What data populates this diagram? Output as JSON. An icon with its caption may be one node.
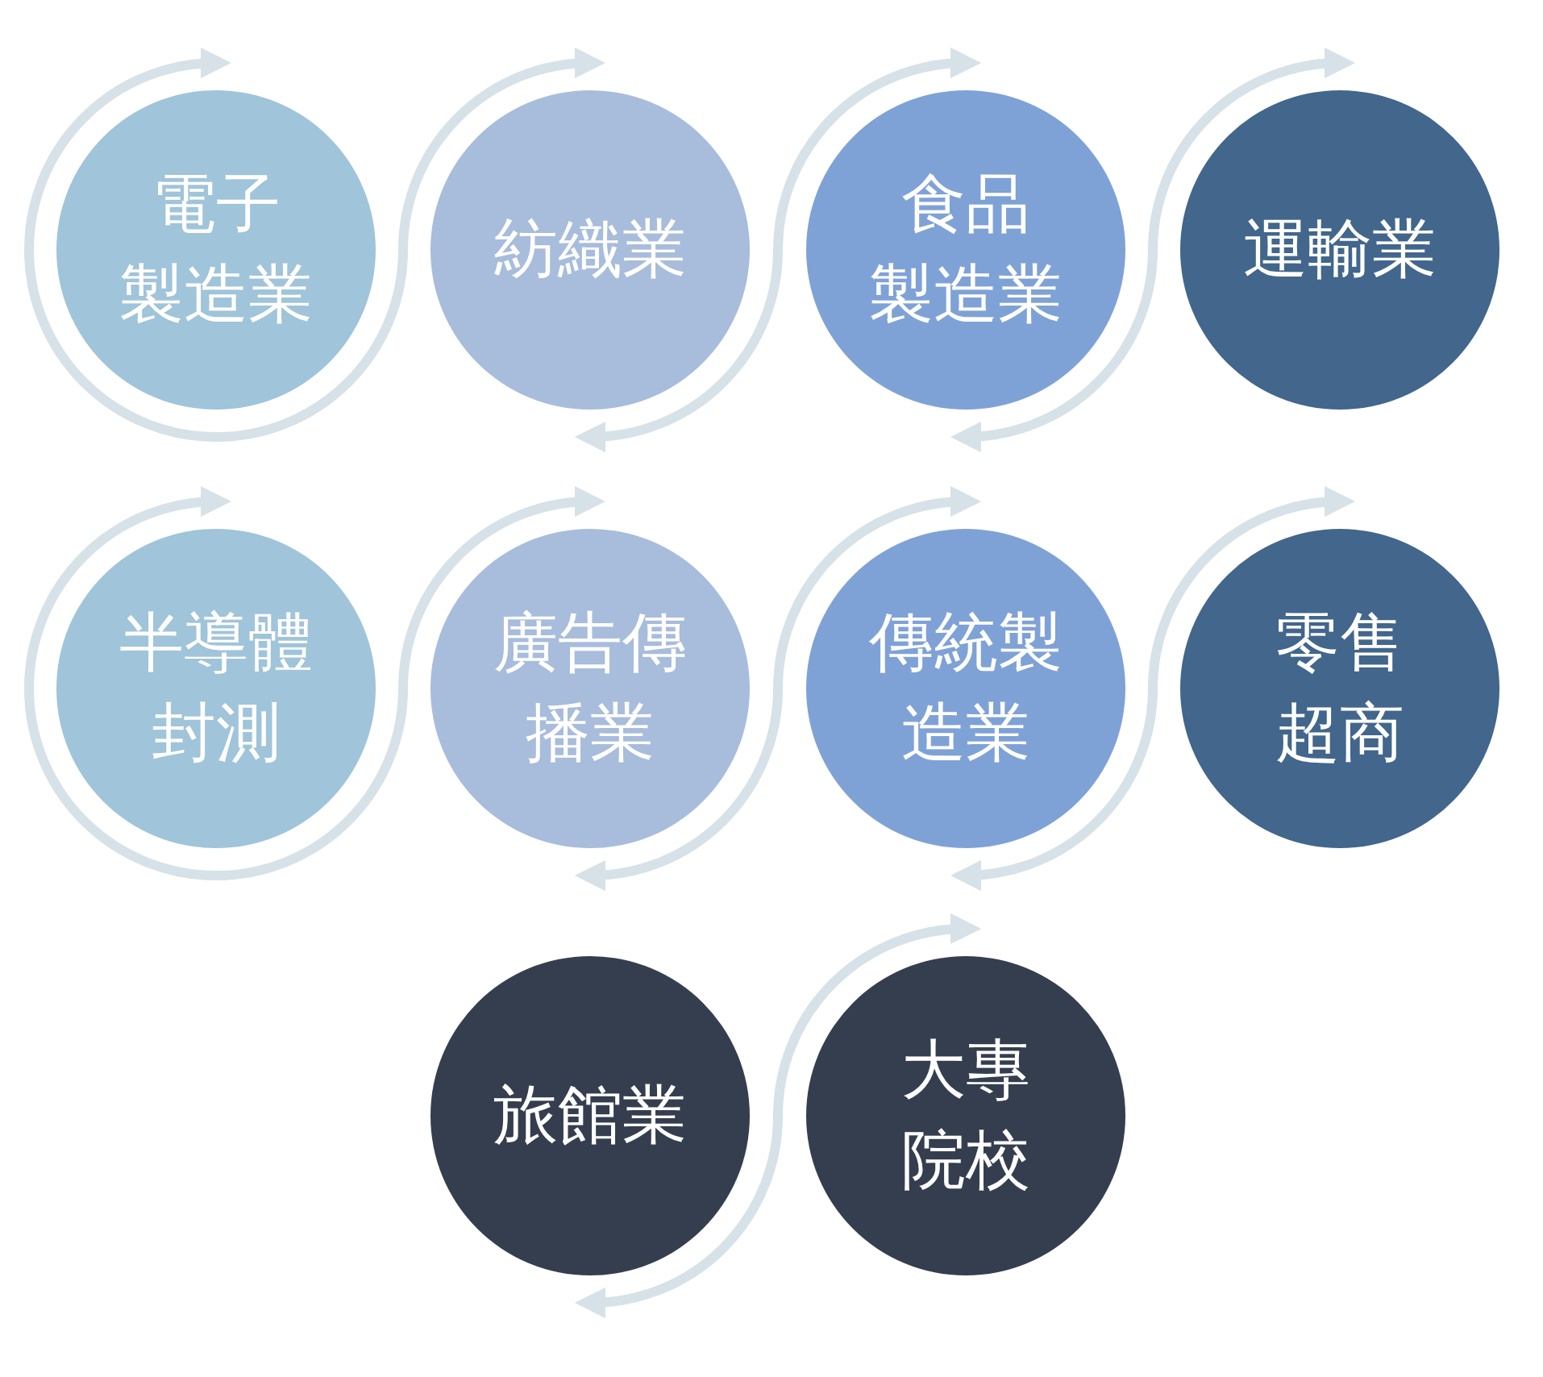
{
  "diagram": {
    "nodes": [
      {
        "text": [
          "電子製造業"
        ]
      },
      {
        "text": [
          "紡織業"
        ]
      },
      {
        "text": [
          "食品製造業"
        ]
      },
      {
        "text": [
          "運輸業"
        ]
      },
      {
        "text": [
          "半導體封測"
        ]
      },
      {
        "text": [
          "廣告傳播業"
        ]
      },
      {
        "text": [
          "傳統製造業"
        ]
      },
      {
        "text": [
          "零售超商"
        ]
      },
      {
        "text": [
          "旅館業"
        ]
      },
      {
        "text": [
          "大專院校"
        ]
      }
    ],
    "edges": [
      {
        "from": 0,
        "to": 1,
        "arrow": "both"
      },
      {
        "from": 1,
        "to": 2,
        "arrow": "both"
      },
      {
        "from": 2,
        "to": 3,
        "arrow": "both"
      },
      {
        "from": 4,
        "to": 5,
        "arrow": "both"
      },
      {
        "from": 5,
        "to": 6,
        "arrow": "both"
      },
      {
        "from": 6,
        "to": 7,
        "arrow": "both"
      },
      {
        "from": 8,
        "to": 9,
        "arrow": "both"
      }
    ]
  }
}
